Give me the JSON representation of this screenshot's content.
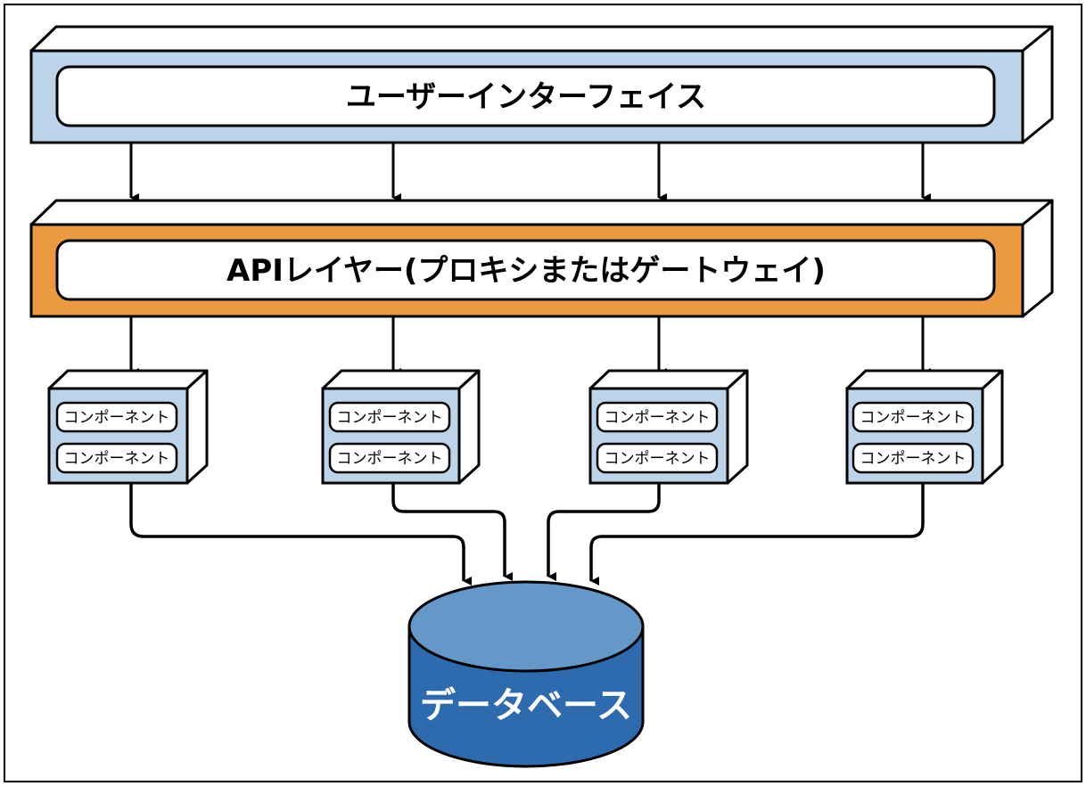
{
  "diagram": {
    "ui_layer": {
      "label": "ユーザーインターフェイス"
    },
    "api_layer": {
      "label": "APIレイヤー(プロキシまたはゲートウェイ)"
    },
    "component_label": "コンポーネント",
    "component_groups": [
      {
        "components": [
          "コンポーネント",
          "コンポーネント"
        ]
      },
      {
        "components": [
          "コンポーネント",
          "コンポーネント"
        ]
      },
      {
        "components": [
          "コンポーネント",
          "コンポーネント"
        ]
      },
      {
        "components": [
          "コンポーネント",
          "コンポーネント"
        ]
      }
    ],
    "database": {
      "label": "データベース"
    }
  },
  "colors": {
    "ui_layer_fill": "#bcd4ea",
    "api_layer_fill": "#ec9a3f",
    "component_fill": "#bcd4ea",
    "database_top": "#6398c8",
    "database_body": "#2e6aae",
    "outline": "#000000"
  }
}
